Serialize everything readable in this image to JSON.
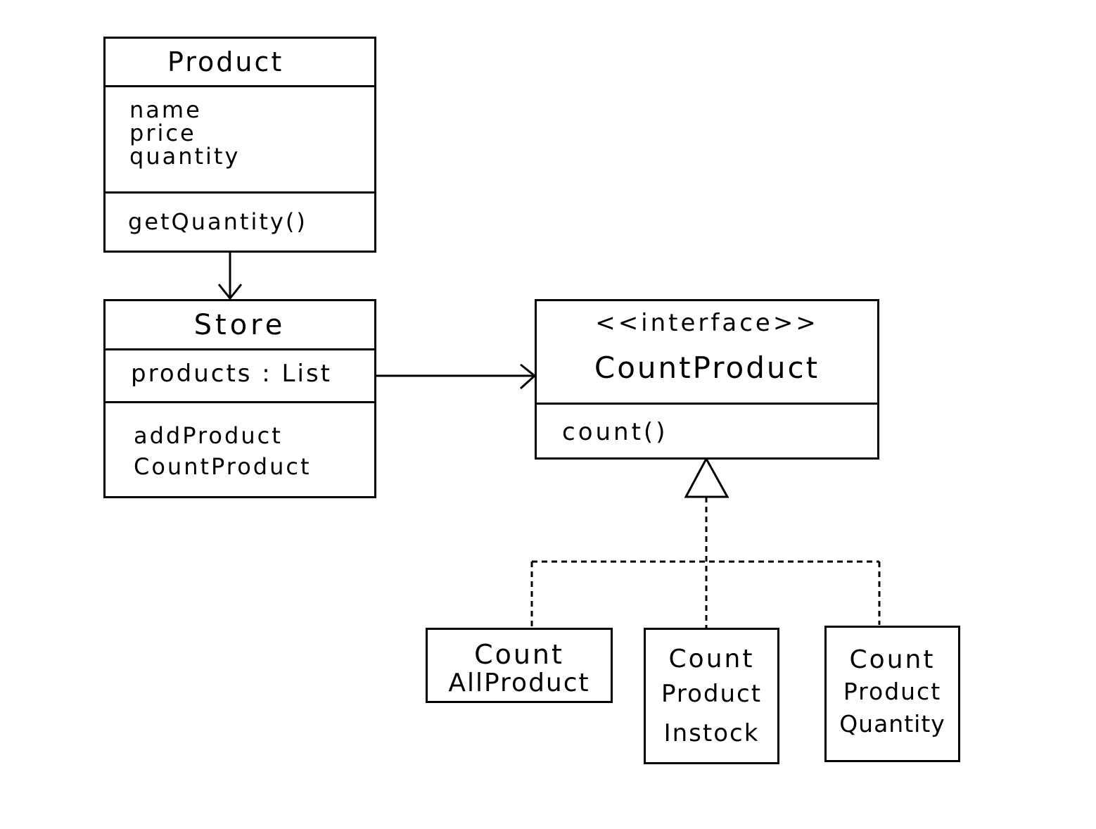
{
  "classes": {
    "product": {
      "name": "Product",
      "attributes": [
        "name",
        "price",
        "quantity"
      ],
      "methods": [
        "getQuantity()"
      ]
    },
    "store": {
      "name": "Store",
      "attributes": [
        "products : List"
      ],
      "methods": [
        "addProduct",
        "CountProduct"
      ]
    },
    "count_product": {
      "stereotype": "<<interface>>",
      "name": "CountProduct",
      "methods": [
        "count()"
      ]
    },
    "count_all_product": {
      "name_lines": [
        "Count",
        "AllProduct"
      ]
    },
    "count_product_instock": {
      "name_lines": [
        "Count",
        "Product",
        "Instock"
      ]
    },
    "count_product_quantity": {
      "name_lines": [
        "Count",
        "Product",
        "Quantity"
      ]
    }
  },
  "colors": {
    "line": "#000000",
    "background": "#ffffff"
  }
}
